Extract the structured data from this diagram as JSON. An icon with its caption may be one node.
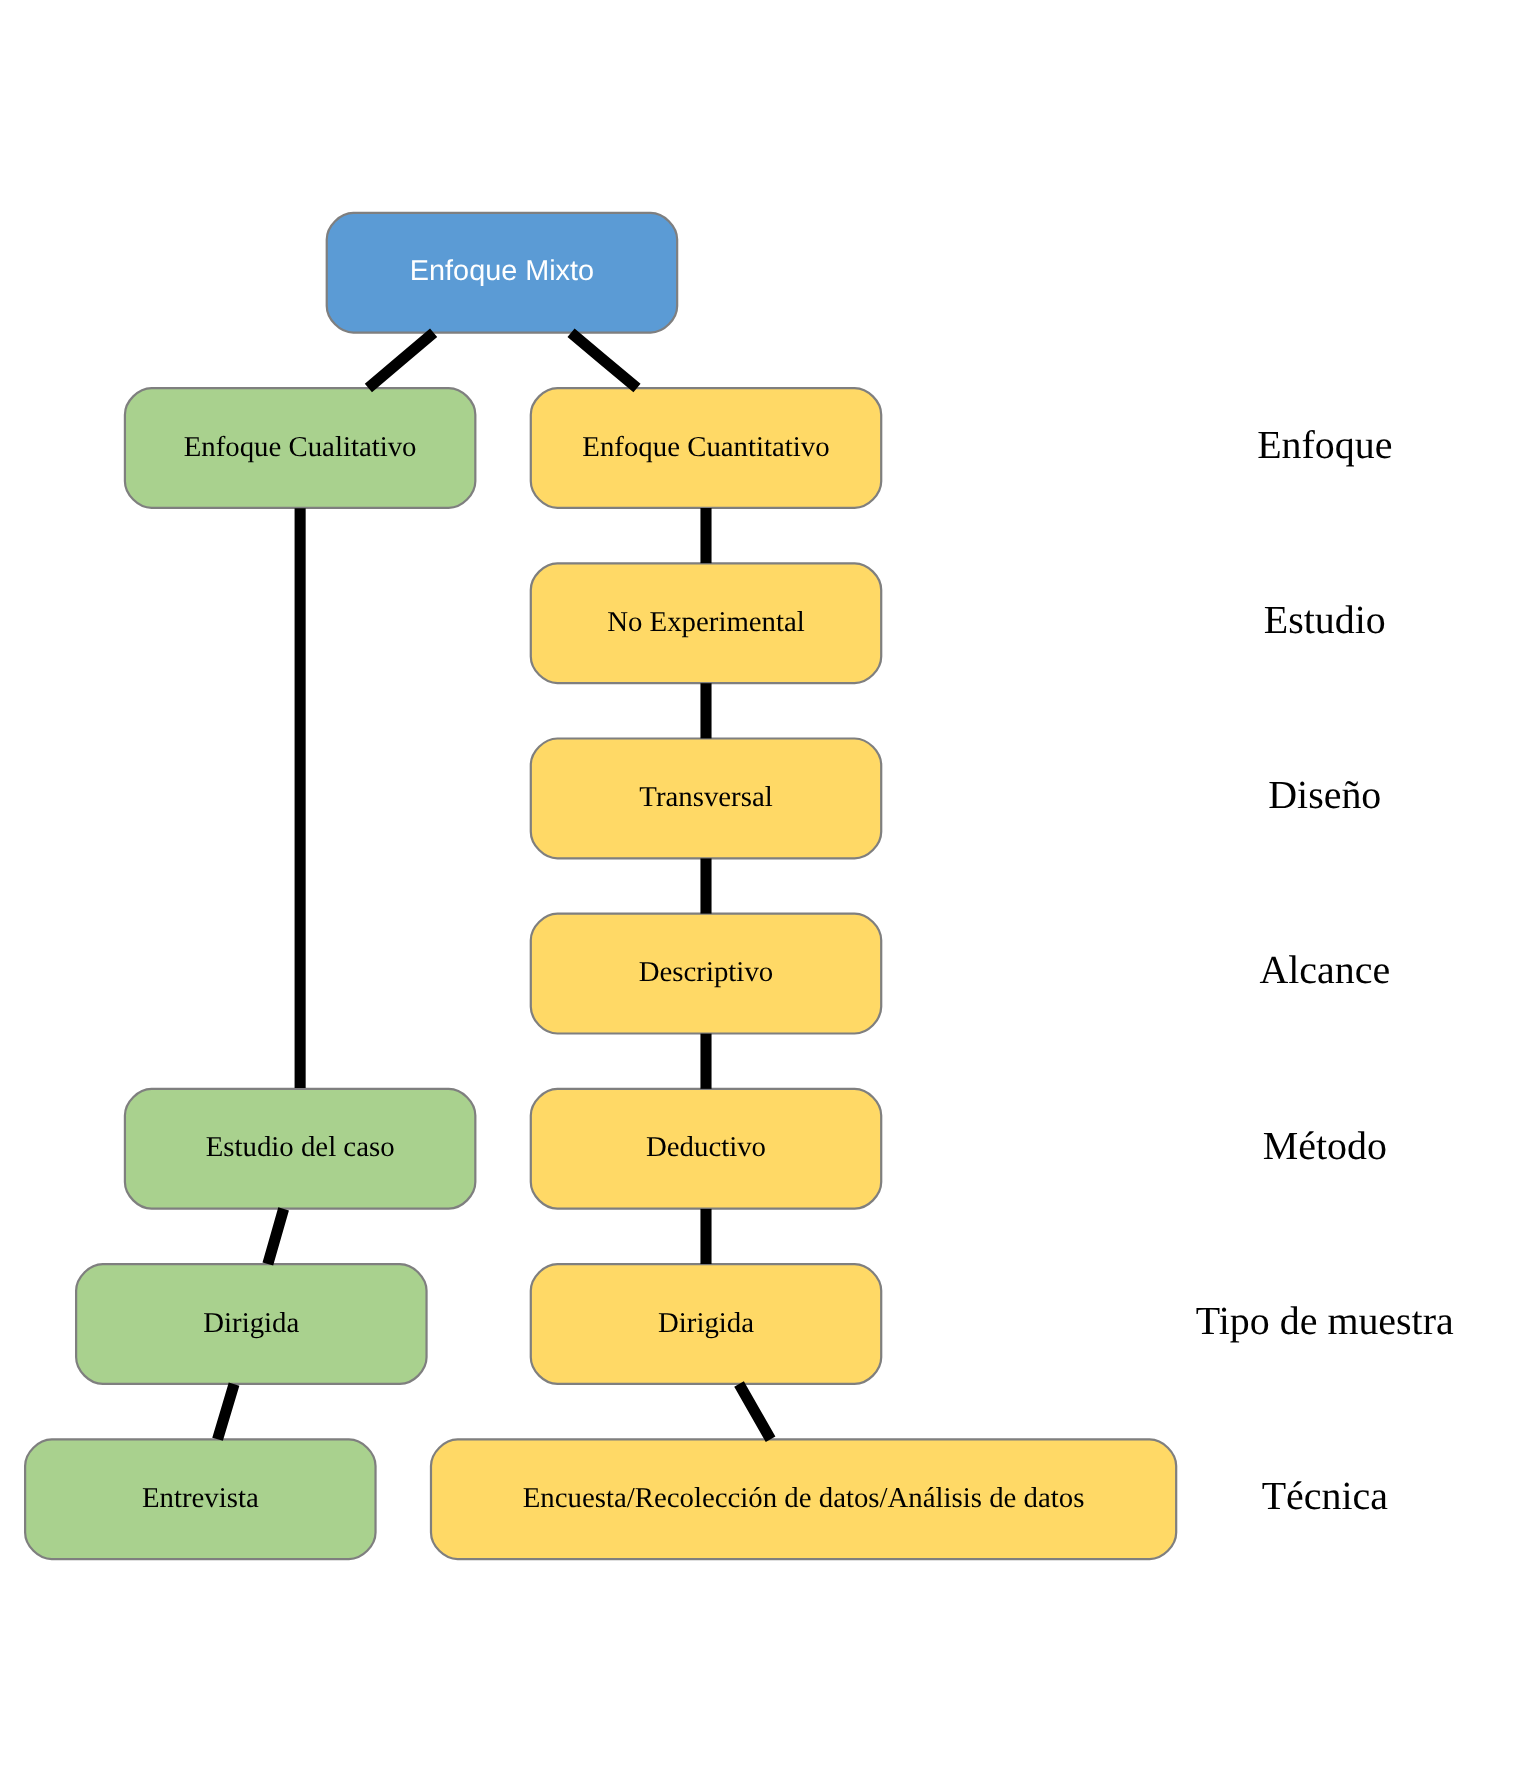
{
  "diagram": {
    "nodes": [
      {
        "text": [
          "Enfoque Mixto"
        ]
      },
      {
        "text": [
          "Enfoque Cualitativo"
        ]
      },
      {
        "text": [
          "Enfoque Cuantitativo"
        ]
      },
      {
        "text": [
          "No Experimental"
        ]
      },
      {
        "text": [
          "Transversal"
        ]
      },
      {
        "text": [
          "Descriptivo"
        ]
      },
      {
        "text": [
          "Estudio del caso"
        ]
      },
      {
        "text": [
          "Deductivo"
        ]
      },
      {
        "text": [
          "Dirigida"
        ]
      },
      {
        "text": [
          "Dirigida"
        ]
      },
      {
        "text": [
          "Entrevista"
        ]
      },
      {
        "text": [
          "Encuesta/Recolección de datos/Análisis de datos"
        ]
      }
    ],
    "edges": [
      {
        "from": 0,
        "to": 1,
        "arrow": "none"
      },
      {
        "from": 0,
        "to": 2,
        "arrow": "none"
      },
      {
        "from": 1,
        "to": 6,
        "arrow": "none"
      },
      {
        "from": 2,
        "to": 3,
        "arrow": "none"
      },
      {
        "from": 3,
        "to": 4,
        "arrow": "none"
      },
      {
        "from": 4,
        "to": 5,
        "arrow": "none"
      },
      {
        "from": 5,
        "to": 7,
        "arrow": "none"
      },
      {
        "from": 6,
        "to": 8,
        "arrow": "none"
      },
      {
        "from": 7,
        "to": 9,
        "arrow": "none"
      },
      {
        "from": 8,
        "to": 10,
        "arrow": "none"
      },
      {
        "from": 9,
        "to": 11,
        "arrow": "none"
      }
    ],
    "labels": [
      "Enfoque",
      "Estudio",
      "Diseño",
      "Alcance",
      "Método",
      "Tipo de muestra",
      "Técnica"
    ]
  }
}
